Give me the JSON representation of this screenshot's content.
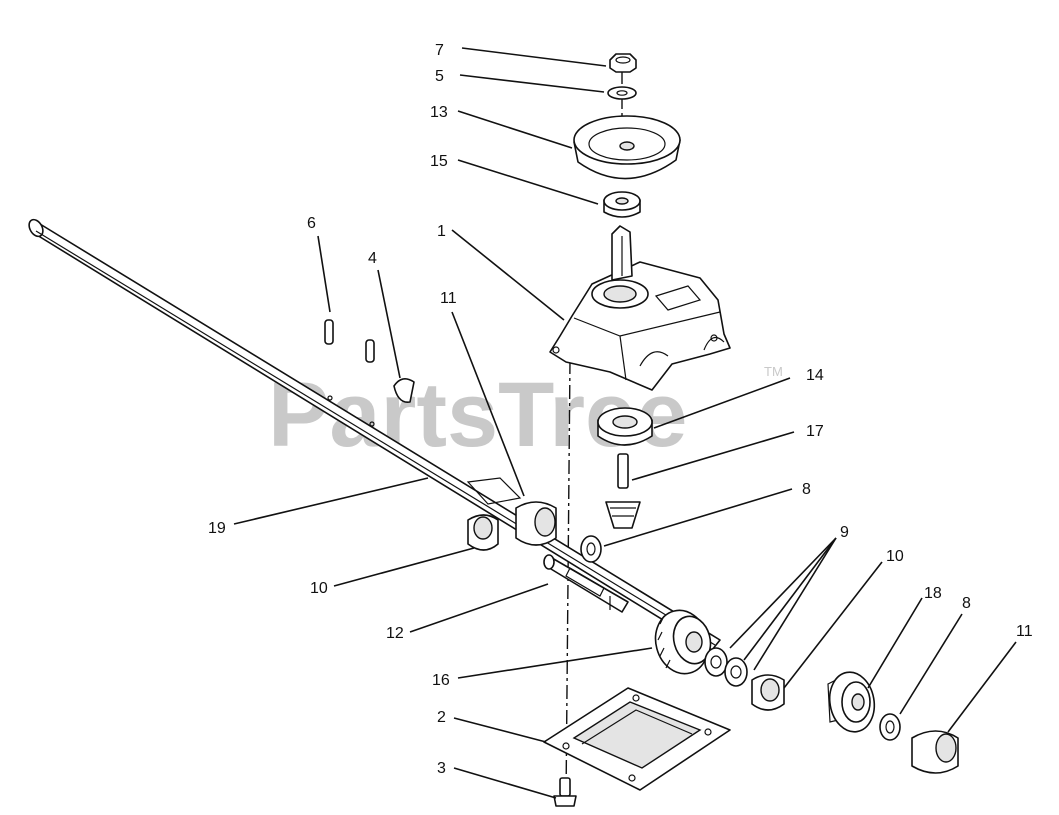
{
  "watermark": {
    "text": "PartsTree",
    "trademark": "TM"
  },
  "callouts": [
    {
      "id": "c7",
      "label": "7"
    },
    {
      "id": "c5",
      "label": "5"
    },
    {
      "id": "c13",
      "label": "13"
    },
    {
      "id": "c15",
      "label": "15"
    },
    {
      "id": "c1",
      "label": "1"
    },
    {
      "id": "c6",
      "label": "6"
    },
    {
      "id": "c4",
      "label": "4"
    },
    {
      "id": "c11a",
      "label": "11"
    },
    {
      "id": "c14",
      "label": "14"
    },
    {
      "id": "c17",
      "label": "17"
    },
    {
      "id": "c8a",
      "label": "8"
    },
    {
      "id": "c19",
      "label": "19"
    },
    {
      "id": "c9",
      "label": "9"
    },
    {
      "id": "c10a",
      "label": "10"
    },
    {
      "id": "c10b",
      "label": "10"
    },
    {
      "id": "c18",
      "label": "18"
    },
    {
      "id": "c8b",
      "label": "8"
    },
    {
      "id": "c11b",
      "label": "11"
    },
    {
      "id": "c12",
      "label": "12"
    },
    {
      "id": "c16",
      "label": "16"
    },
    {
      "id": "c2",
      "label": "2"
    },
    {
      "id": "c3",
      "label": "3"
    }
  ]
}
